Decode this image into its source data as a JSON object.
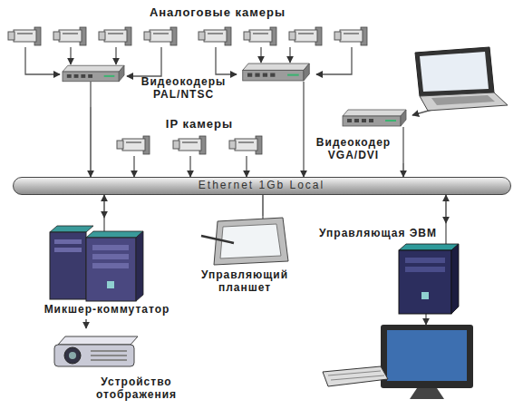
{
  "diagram": {
    "nodes": [
      {
        "text": [
          "Видеокодеры PAL/NTSC"
        ]
      },
      {
        "text": [
          "Видеокодер VGA/DVI"
        ]
      },
      {
        "text": [
          "Ethernet 1Gb Local"
        ]
      },
      {
        "text": [
          "Микшер-коммутатор"
        ]
      },
      {
        "text": [
          "Управляющий планшет"
        ]
      },
      {
        "text": [
          "Управляющая ЭВМ"
        ]
      },
      {
        "text": [
          "Устройство отображения"
        ]
      }
    ],
    "edges": [
      {
        "from": 0,
        "to": 2,
        "arrow": "to"
      },
      {
        "from": 1,
        "to": 2,
        "arrow": "to"
      },
      {
        "from": 2,
        "to": 3,
        "arrow": "both"
      },
      {
        "from": 3,
        "to": 6,
        "arrow": "to"
      },
      {
        "from": 4,
        "to": 2,
        "arrow": "none"
      },
      {
        "from": 2,
        "to": 5,
        "arrow": "both"
      }
    ],
    "labels": [
      "Аналоговые камеры",
      "IP камеры"
    ]
  }
}
